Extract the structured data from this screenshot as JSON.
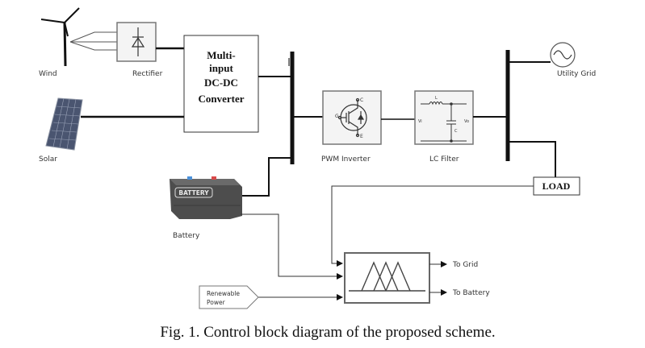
{
  "diagram": {
    "components": {
      "wind": {
        "label": "Wind",
        "icon": "wind-turbine-icon"
      },
      "rectifier": {
        "label": "Rectifier",
        "icon": "diode-icon"
      },
      "converter": {
        "lines": [
          "Multi-",
          "input",
          "DC-DC",
          "Converter"
        ]
      },
      "solar": {
        "label": "Solar",
        "icon": "solar-panel-icon"
      },
      "battery": {
        "label": "Battery",
        "badge": "BATTERY",
        "icon": "battery-icon"
      },
      "inverter": {
        "label": "PWM Inverter",
        "icon": "igbt-icon",
        "pins": {
          "c": "C",
          "g": "G",
          "e": "E"
        }
      },
      "lc_filter": {
        "label": "LC Filter",
        "icon": "lc-circuit-icon",
        "pins": {
          "l": "L",
          "c": "C",
          "in": "Vi",
          "out": "Vo"
        }
      },
      "utility_grid": {
        "label": "Utility Grid",
        "icon": "ac-source-icon"
      },
      "load": {
        "label": "LOAD"
      },
      "fuzzy_controller": {
        "icon": "fuzzy-membership-icon"
      },
      "renewable_power": {
        "lines": [
          "Renewable",
          "Power"
        ]
      },
      "outputs": {
        "to_grid": "To Grid",
        "to_battery": "To Battery"
      }
    },
    "colors": {
      "line": "#111111",
      "box_border": "#777777",
      "box_fill": "#ececec",
      "panel": "#4a5570",
      "battery_body": "#4d4d4d"
    }
  },
  "caption": "Fig. 1. Control block diagram of the proposed scheme."
}
